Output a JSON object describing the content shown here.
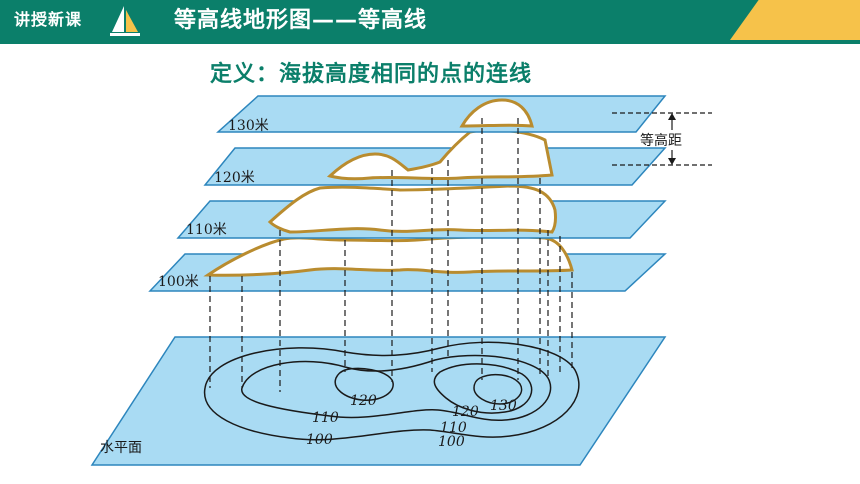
{
  "header": {
    "tag": "讲授新课",
    "title": "等高线地形图——等高线"
  },
  "definition": "定义：海拔高度相同的点的连线",
  "planes": [
    {
      "label": "130米"
    },
    {
      "label": "120米"
    },
    {
      "label": "110米"
    },
    {
      "label": "100米"
    }
  ],
  "interval_label": "等高距",
  "base_plane_label": "水平面",
  "contour_labels": {
    "left_inner": "120",
    "left_middle": "110",
    "left_outer": "100",
    "right_inner": "130",
    "right_middle_120": "120",
    "right_middle_110": "110",
    "right_outer": "100"
  },
  "colors": {
    "header_bg": "#0b7f6a",
    "header_accent": "#f6c24a",
    "plane_fill": "#a9dbf3",
    "plane_stroke": "#2d86bd",
    "terrain_fill": "#ffffff",
    "terrain_stroke": "#b98c2f",
    "definition_text": "#0b7f6a"
  }
}
